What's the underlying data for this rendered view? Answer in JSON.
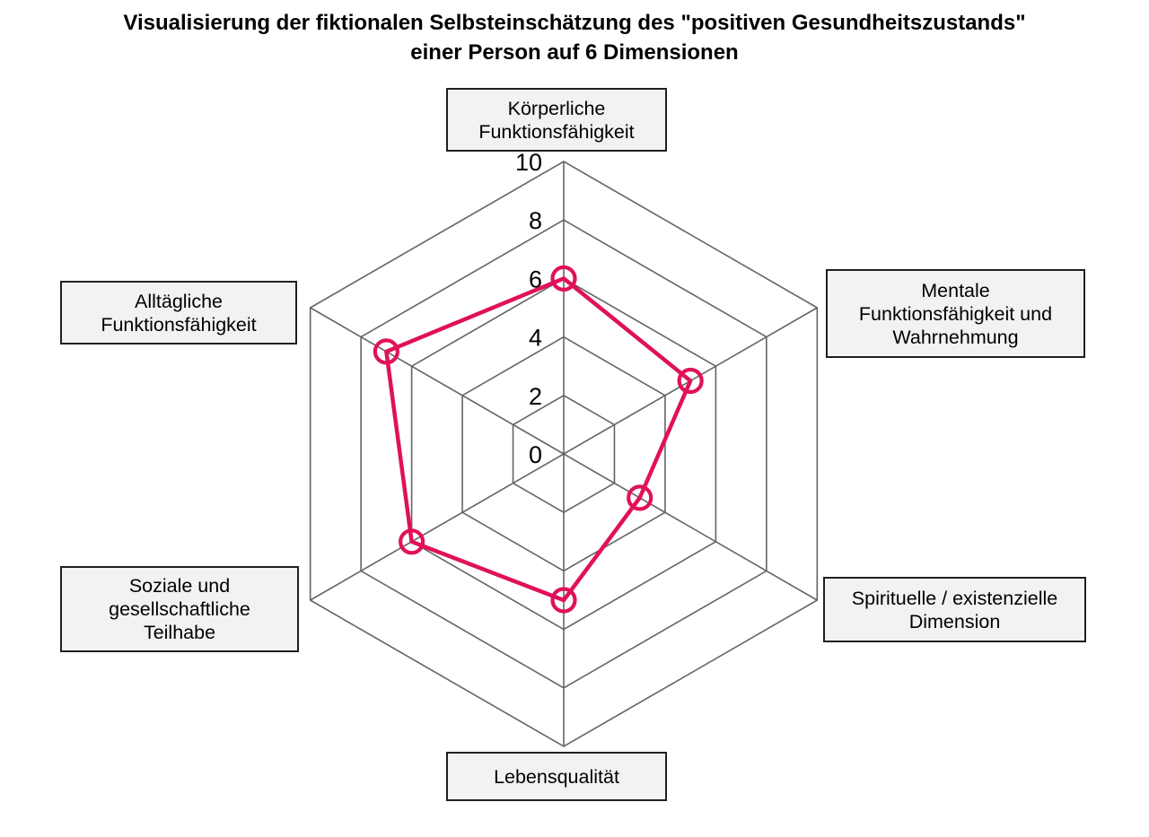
{
  "title": {
    "lines": [
      "Visualisierung der fiktionalen Selbsteinschätzung des \"positiven Gesundheitszustands\"",
      "einer Person auf 6 Dimensionen"
    ]
  },
  "chart_data": {
    "type": "radar",
    "categories": [
      "Körperliche Funktionsfähigkeit",
      "Mentale Funktionsfähigkeit und Wahrnehmung",
      "Spirituelle / existenzielle Dimension",
      "Lebensqualität",
      "Soziale und gesellschaftliche Teilhabe",
      "Alltägliche Funktionsfähigkeit"
    ],
    "values": [
      6,
      5,
      3,
      5,
      6,
      7
    ],
    "radial_ticks": [
      0,
      2,
      4,
      6,
      8,
      10
    ],
    "rlim": [
      0,
      10
    ],
    "grid": true,
    "legend": false,
    "marker": "open-circle",
    "series_color": "#e0115a",
    "grid_color": "#646464",
    "label_box_fill": "#f2f2f2",
    "label_box_border": "#1f1f1f"
  },
  "axis_boxes": [
    {
      "lines": [
        "Körperliche",
        "Funktionsfähigkeit"
      ]
    },
    {
      "lines": [
        "Mentale",
        "Funktionsfähigkeit und",
        "Wahrnehmung"
      ]
    },
    {
      "lines": [
        "Spirituelle / existenzielle",
        "Dimension"
      ]
    },
    {
      "lines": [
        "Lebensqualität"
      ]
    },
    {
      "lines": [
        "Soziale und",
        "gesellschaftliche",
        "Teilhabe"
      ]
    },
    {
      "lines": [
        "Alltägliche",
        "Funktionsfähigkeit"
      ]
    }
  ]
}
